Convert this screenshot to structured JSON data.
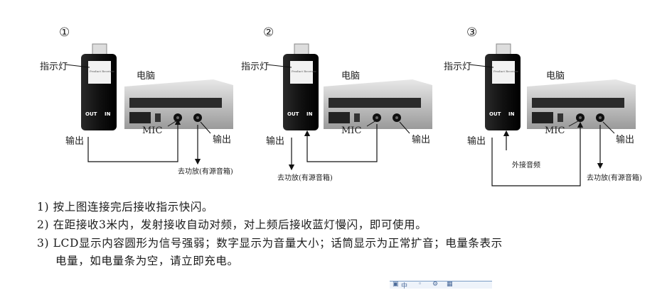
{
  "diagrams": [
    {
      "num": "①",
      "indicator": "指示灯",
      "computer": "电脑",
      "out_port": "OUT",
      "in_port": "IN",
      "output_left": "输出",
      "mic": "MIC",
      "output_right": "输出",
      "amp": "去功放(有源音箱)",
      "ext": ""
    },
    {
      "num": "②",
      "indicator": "指示灯",
      "computer": "电脑",
      "out_port": "OUT",
      "in_port": "IN",
      "output_left": "输出",
      "mic": "MIC",
      "output_right": "输出",
      "amp": "去功放(有源音箱)",
      "ext": ""
    },
    {
      "num": "③",
      "indicator": "指示灯",
      "computer": "电脑",
      "out_port": "OUT",
      "in_port": "IN",
      "output_left": "输出",
      "mic": "MIC",
      "output_right": "输出",
      "amp": "去功放(有源音箱)",
      "ext": "外接音频"
    }
  ],
  "dongle_label": "Product Receiver",
  "instructions": [
    "1) 按上图连接完后接收指示快闪。",
    "2) 在距接收3米内，发射接收自动对频，对上频后接收蓝灯慢闪，即可使用。",
    "3) LCD显示内容圆形为信号强弱；数字显示为音量大小；话筒显示为正常扩音；电量条表示",
    "电量，如电量条为空，请立即充电。"
  ],
  "taskbar": {
    "text": "中"
  }
}
